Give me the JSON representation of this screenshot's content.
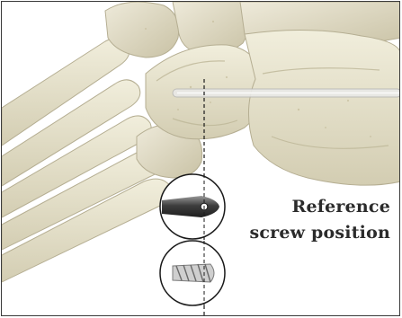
{
  "figure": {
    "label_line_1": "Reference",
    "label_line_2": "screw position"
  },
  "icons": {
    "guide_wire": "guide-wire",
    "screw_tip_view": "screw-tip-magnifier",
    "screw_thread_view": "screw-thread-magnifier"
  },
  "colors": {
    "bone": "#e6e1c8",
    "bone_shadow": "#b9b39a",
    "outline": "#222222",
    "label": "#2b2b2b"
  }
}
